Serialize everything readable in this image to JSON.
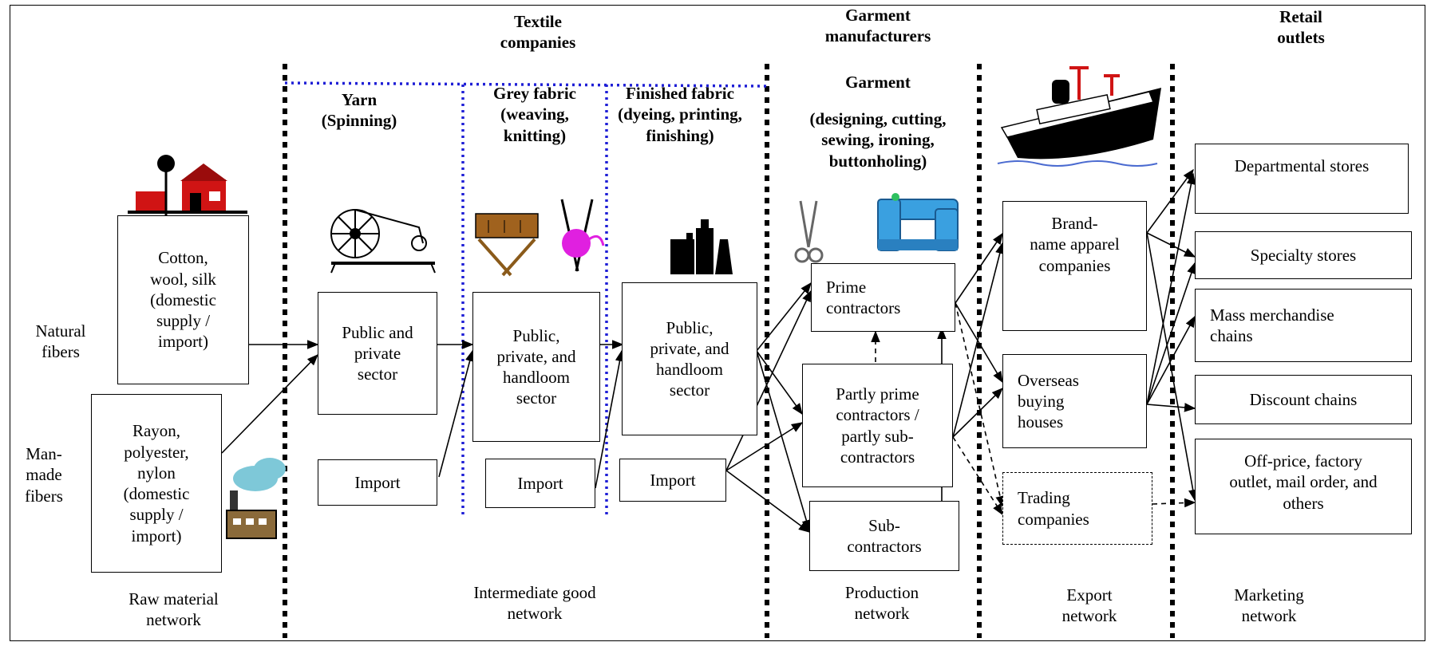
{
  "headers": {
    "textile": "Textile\ncompanies",
    "garment_mfr": "Garment\nmanufacturers",
    "retail": "Retail\noutlets",
    "yarn": "Yarn\n(Spinning)",
    "grey": "Grey fabric\n(weaving,\nknitting)",
    "finished": "Finished fabric\n(dyeing, printing,\nfinishing)",
    "garment": "Garment",
    "garment_ops": "(designing, cutting,\nsewing, ironing,\nbuttonholing)"
  },
  "side_labels": {
    "natural": "Natural\nfibers",
    "manmade": "Man-\nmade\nfibers"
  },
  "boxes": {
    "cotton": "Cotton,\nwool, silk\n(domestic\nsupply /\nimport)",
    "rayon": "Rayon,\npolyester,\nnylon\n(domestic\nsupply /\nimport)",
    "yarn_sector": "Public and\nprivate\nsector",
    "yarn_import": "Import",
    "grey_sector": "Public,\nprivate, and\nhandloom\nsector",
    "grey_import": "Import",
    "finished_sector": "Public,\nprivate, and\nhandloom\nsector",
    "finished_import": "Import",
    "prime": "Prime\ncontractors",
    "partly": "Partly prime\ncontractors /\npartly sub-\ncontractors",
    "sub": "Sub-\ncontractors",
    "brand": "Brand-\nname apparel\ncompanies",
    "overseas": "Overseas\nbuying\nhouses",
    "trading": "Trading\ncompanies",
    "dept": "Departmental stores",
    "specialty": "Specialty stores",
    "mass": "Mass merchandise\nchains",
    "discount": "Discount chains",
    "offprice": "Off-price, factory\noutlet, mail order, and\nothers"
  },
  "footers": {
    "raw": "Raw material\nnetwork",
    "intermediate": "Intermediate good\nnetwork",
    "production": "Production\nnetwork",
    "export": "Export\nnetwork",
    "marketing": "Marketing\nnetwork"
  },
  "icons": [
    "farm-icon",
    "factory-icon",
    "spinning-wheel-icon",
    "loom-icon",
    "knitting-yarn-icon",
    "dye-bottles-icon",
    "scissors-icon",
    "sewing-machine-icon",
    "cargo-ship-icon"
  ],
  "colors": {
    "line": "#000000",
    "dotted_frame": "#1f1fd6",
    "farm_red": "#d01414",
    "ship_red": "#d01414",
    "machine_blue": "#3aa0e0",
    "yarn_magenta": "#e020e0",
    "factory_cyan": "#7ec8d8"
  }
}
